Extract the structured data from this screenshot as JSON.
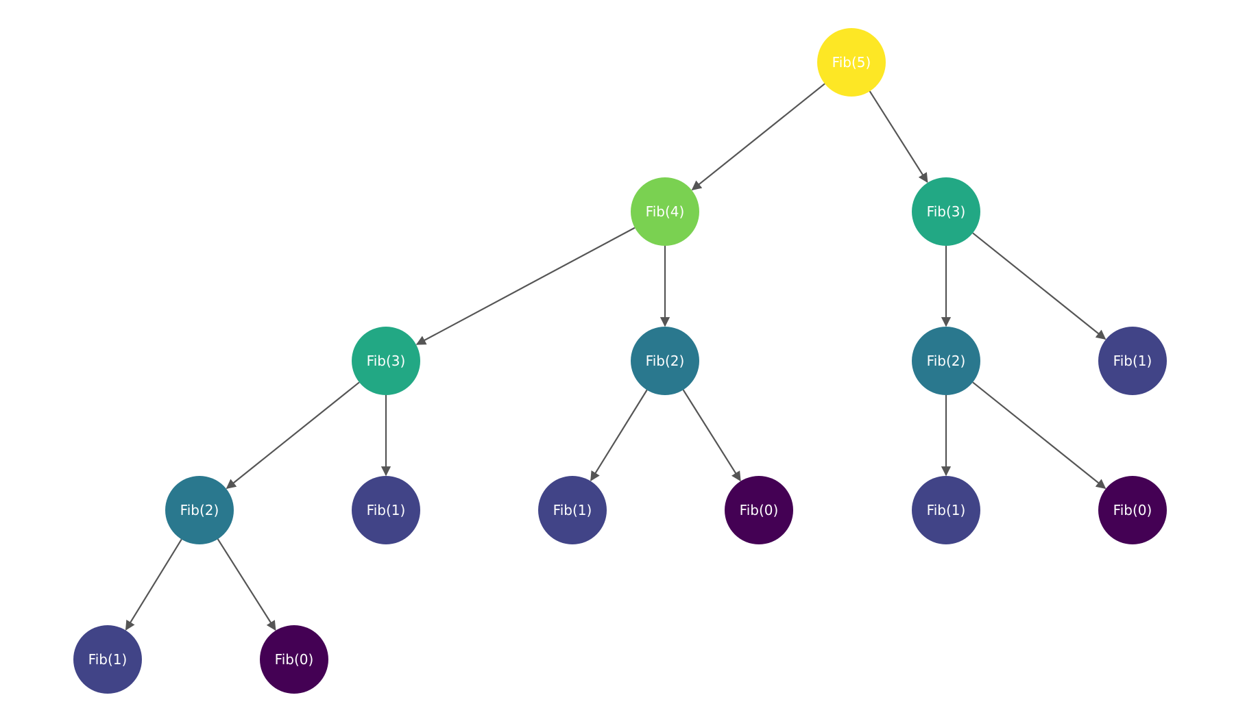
{
  "diagram": {
    "colors": {
      "edge": "#555555",
      "label": "#ffffff",
      "fib5": "#fde725",
      "fib4": "#7ad151",
      "fib3": "#22a884",
      "fib2": "#2a788e",
      "fib1": "#414487",
      "fib0": "#440154"
    },
    "nodes": [
      {
        "id": "n0",
        "label": "Fib(5)",
        "color": "#fde725"
      },
      {
        "id": "n1",
        "label": "Fib(4)",
        "color": "#7ad151"
      },
      {
        "id": "n2",
        "label": "Fib(3)",
        "color": "#22a884"
      },
      {
        "id": "n3",
        "label": "Fib(3)",
        "color": "#22a884"
      },
      {
        "id": "n4",
        "label": "Fib(2)",
        "color": "#2a788e"
      },
      {
        "id": "n5",
        "label": "Fib(2)",
        "color": "#2a788e"
      },
      {
        "id": "n6",
        "label": "Fib(1)",
        "color": "#414487"
      },
      {
        "id": "n7",
        "label": "Fib(2)",
        "color": "#2a788e"
      },
      {
        "id": "n8",
        "label": "Fib(1)",
        "color": "#414487"
      },
      {
        "id": "n9",
        "label": "Fib(1)",
        "color": "#414487"
      },
      {
        "id": "n10",
        "label": "Fib(0)",
        "color": "#440154"
      },
      {
        "id": "n11",
        "label": "Fib(1)",
        "color": "#414487"
      },
      {
        "id": "n12",
        "label": "Fib(0)",
        "color": "#440154"
      },
      {
        "id": "n13",
        "label": "Fib(1)",
        "color": "#414487"
      },
      {
        "id": "n14",
        "label": "Fib(0)",
        "color": "#440154"
      }
    ],
    "edges": [
      {
        "from": "n0",
        "to": "n1"
      },
      {
        "from": "n0",
        "to": "n2"
      },
      {
        "from": "n1",
        "to": "n3"
      },
      {
        "from": "n1",
        "to": "n4"
      },
      {
        "from": "n2",
        "to": "n5"
      },
      {
        "from": "n2",
        "to": "n6"
      },
      {
        "from": "n3",
        "to": "n7"
      },
      {
        "from": "n3",
        "to": "n8"
      },
      {
        "from": "n4",
        "to": "n9"
      },
      {
        "from": "n4",
        "to": "n10"
      },
      {
        "from": "n5",
        "to": "n11"
      },
      {
        "from": "n5",
        "to": "n12"
      },
      {
        "from": "n7",
        "to": "n13"
      },
      {
        "from": "n7",
        "to": "n14"
      }
    ]
  }
}
